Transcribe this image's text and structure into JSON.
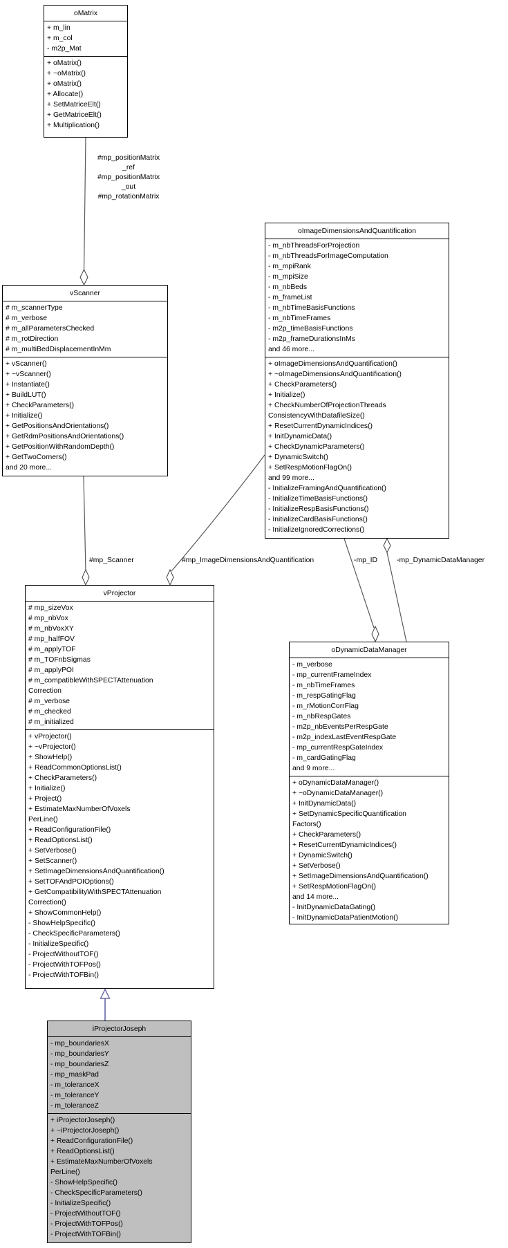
{
  "classes": [
    {
      "title": "oMatrix",
      "attributes": [
        "+ m_lin",
        "+ m_col",
        "- m2p_Mat"
      ],
      "methods": [
        "+ oMatrix()",
        "+ ~oMatrix()",
        "+ oMatrix()",
        "+ Allocate()",
        "+ SetMatriceElt()",
        "+ GetMatriceElt()",
        "+ Multiplication()"
      ]
    },
    {
      "title": "vScanner",
      "attributes": [
        "# m_scannerType",
        "# m_verbose",
        "# m_allParametersChecked",
        "# m_rotDirection",
        "# m_multiBedDisplacementInMm"
      ],
      "methods": [
        "+ vScanner()",
        "+ ~vScanner()",
        "+ Instantiate()",
        "+ BuildLUT()",
        "+ CheckParameters()",
        "+ Initialize()",
        "+ GetPositionsAndOrientations()",
        "+ GetRdmPositionsAndOrientations()",
        "+ GetPositionWithRandomDepth()",
        "+ GetTwoCorners()",
        "and 20 more..."
      ]
    },
    {
      "title": "oImageDimensionsAndQuantification",
      "attributes": [
        "- m_nbThreadsForProjection",
        "- m_nbThreadsForImageComputation",
        "- m_mpiRank",
        "- m_mpiSize",
        "- m_nbBeds",
        "- m_frameList",
        "- m_nbTimeBasisFunctions",
        "- m_nbTimeFrames",
        "- m2p_timeBasisFunctions",
        "- m2p_frameDurationsInMs",
        "and 46 more..."
      ],
      "methods": [
        "+ oImageDimensionsAndQuantification()",
        "+ ~oImageDimensionsAndQuantification()",
        "+ CheckParameters()",
        "+ Initialize()",
        "+ CheckNumberOfProjectionThreads",
        "ConsistencyWithDatafileSize()",
        "+ ResetCurrentDynamicIndices()",
        "+ InitDynamicData()",
        "+ CheckDynamicParameters()",
        "+ DynamicSwitch()",
        "+ SetRespMotionFlagOn()",
        "and 99 more...",
        "- InitializeFramingAndQuantification()",
        "- InitializeTimeBasisFunctions()",
        "- InitializeRespBasisFunctions()",
        "- InitializeCardBasisFunctions()",
        "- InitializeIgnoredCorrections()"
      ]
    },
    {
      "title": "vProjector",
      "attributes": [
        "# mp_sizeVox",
        "# mp_nbVox",
        "# m_nbVoxXY",
        "# mp_halfFOV",
        "# m_applyTOF",
        "# m_TOFnbSigmas",
        "# m_applyPOI",
        "# m_compatibleWithSPECTAttenuation",
        "Correction",
        "# m_verbose",
        "# m_checked",
        "# m_initialized"
      ],
      "methods": [
        "+ vProjector()",
        "+ ~vProjector()",
        "+ ShowHelp()",
        "+ ReadCommonOptionsList()",
        "+ CheckParameters()",
        "+ Initialize()",
        "+ Project()",
        "+ EstimateMaxNumberOfVoxels",
        "PerLine()",
        "+ ReadConfigurationFile()",
        "+ ReadOptionsList()",
        "+ SetVerbose()",
        "+ SetScanner()",
        "+ SetImageDimensionsAndQuantification()",
        "+ SetTOFAndPOIOptions()",
        "+ GetCompatibilityWithSPECTAttenuation",
        "Correction()",
        "+ ShowCommonHelp()",
        "- ShowHelpSpecific()",
        "- CheckSpecificParameters()",
        "- InitializeSpecific()",
        "- ProjectWithoutTOF()",
        "- ProjectWithTOFPos()",
        "- ProjectWithTOFBin()"
      ]
    },
    {
      "title": "oDynamicDataManager",
      "attributes": [
        "- m_verbose",
        "- mp_currentFrameIndex",
        "- m_nbTimeFrames",
        "- m_respGatingFlag",
        "- m_rMotionCorrFlag",
        "- m_nbRespGates",
        "- m2p_nbEventsPerRespGate",
        "- m2p_indexLastEventRespGate",
        "- mp_currentRespGateIndex",
        "- m_cardGatingFlag",
        "and 9 more..."
      ],
      "methods": [
        "+ oDynamicDataManager()",
        "+ ~oDynamicDataManager()",
        "+ InitDynamicData()",
        "+ SetDynamicSpecificQuantification",
        "Factors()",
        "+ CheckParameters()",
        "+ ResetCurrentDynamicIndices()",
        "+ DynamicSwitch()",
        "+ SetVerbose()",
        "+ SetImageDimensionsAndQuantification()",
        "+ SetRespMotionFlagOn()",
        "and 14 more...",
        "- InitDynamicDataGating()",
        "- InitDynamicDataPatientMotion()"
      ]
    },
    {
      "title": "iProjectorJoseph",
      "attributes": [
        "- mp_boundariesX",
        "- mp_boundariesY",
        "- mp_boundariesZ",
        "- mp_maskPad",
        "- m_toleranceX",
        "- m_toleranceY",
        "- m_toleranceZ"
      ],
      "methods": [
        "+ iProjectorJoseph()",
        "+ ~iProjectorJoseph()",
        "+ ReadConfigurationFile()",
        "+ ReadOptionsList()",
        "+ EstimateMaxNumberOfVoxels",
        "PerLine()",
        "- ShowHelpSpecific()",
        "- CheckSpecificParameters()",
        "- InitializeSpecific()",
        "- ProjectWithoutTOF()",
        "- ProjectWithTOFPos()",
        "- ProjectWithTOFBin()"
      ]
    }
  ],
  "edge_labels": {
    "position_matrix_lines": [
      "#mp_positionMatrix",
      "_ref",
      "#mp_positionMatrix",
      "_out",
      "#mp_rotationMatrix"
    ],
    "scanner": "#mp_Scanner",
    "image_dimensions": "#mp_ImageDimensionsAndQuantification",
    "id": "-mp_ID",
    "dynamic_data_manager": "-mp_DynamicDataManager"
  },
  "colors": {
    "aggregation_edge": "#595959",
    "diamond_stroke": "#404040",
    "inheritance_edge": "#50509e",
    "highlight_node_fill": "#bfbfbf"
  }
}
